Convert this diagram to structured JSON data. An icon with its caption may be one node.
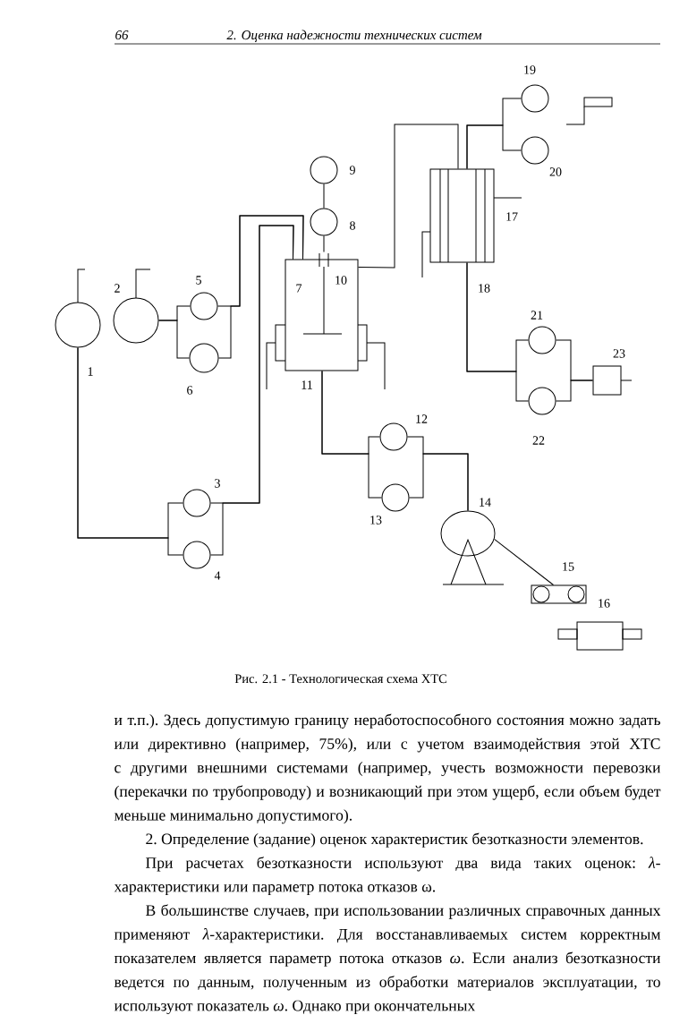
{
  "diagram": {
    "caption": "Рис. 2.1 - Технологическая схема ХТС",
    "nodes": [
      {
        "text": [],
        "shape": "circle",
        "beside": [
          "1"
        ]
      },
      {
        "text": [],
        "shape": "circle",
        "beside": [
          "2"
        ]
      },
      {
        "text": [],
        "shape": "circle",
        "beside": [
          "5"
        ]
      },
      {
        "text": [],
        "shape": "circle",
        "beside": [
          "6"
        ]
      },
      {
        "text": [],
        "shape": "box"
      },
      {
        "text": [
          "7"
        ]
      },
      {
        "text": [],
        "shape": "circle",
        "beside": [
          "8"
        ]
      },
      {
        "text": [],
        "shape": "circle",
        "beside": [
          "9"
        ]
      },
      {
        "text": [],
        "shape": "bar"
      },
      {
        "text": [],
        "shape": "circle",
        "beside": [
          "3"
        ]
      },
      {
        "text": [],
        "shape": "circle",
        "beside": [
          "4"
        ]
      },
      {
        "text": [],
        "shape": "circle",
        "beside": [
          "12"
        ]
      },
      {
        "text": [],
        "shape": "circle",
        "beside": [
          "13"
        ]
      },
      {
        "text": [],
        "shape": "circle",
        "beside": [
          "14"
        ]
      },
      {
        "text": [],
        "shape": "box",
        "beside": [
          "15"
        ]
      },
      {
        "text": [],
        "shape": "box",
        "beside": [
          "16"
        ]
      },
      {
        "text": [],
        "shape": "box",
        "beside": [
          "17"
        ]
      },
      {
        "text": [],
        "shape": "circle",
        "beside": [
          "19"
        ]
      },
      {
        "text": [],
        "shape": "circle",
        "beside": [
          "20"
        ]
      },
      {
        "text": [],
        "shape": "circle",
        "beside": [
          "21"
        ]
      },
      {
        "text": [],
        "shape": "circle",
        "beside": [
          "22"
        ]
      },
      {
        "text": [],
        "shape": "box",
        "beside": [
          "23"
        ]
      }
    ],
    "edges": [
      {
        "from": 0,
        "to": 9,
        "arrow": "none"
      },
      {
        "from": 0,
        "to": 10,
        "arrow": "none"
      },
      {
        "from": 1,
        "to": 2,
        "arrow": "none"
      },
      {
        "from": 1,
        "to": 3,
        "arrow": "none"
      },
      {
        "from": 2,
        "to": 5,
        "arrow": "none"
      },
      {
        "from": 3,
        "to": 5,
        "arrow": "none"
      },
      {
        "from": 9,
        "to": 5,
        "arrow": "none"
      },
      {
        "from": 10,
        "to": 5,
        "arrow": "none"
      },
      {
        "from": 7,
        "to": 6,
        "arrow": "none"
      },
      {
        "from": 6,
        "to": 8,
        "arrow": "none"
      },
      {
        "from": 5,
        "to": 16,
        "arrow": "none"
      },
      {
        "from": 5,
        "to": 11,
        "arrow": "none"
      },
      {
        "from": 5,
        "to": 12,
        "arrow": "none"
      },
      {
        "from": 11,
        "to": 13,
        "arrow": "none"
      },
      {
        "from": 12,
        "to": 13,
        "arrow": "none"
      },
      {
        "from": 13,
        "to": 14,
        "arrow": "none"
      },
      {
        "from": 16,
        "to": 17,
        "arrow": "none"
      },
      {
        "from": 16,
        "to": 18,
        "arrow": "none"
      },
      {
        "from": 16,
        "to": 19,
        "arrow": "none"
      },
      {
        "from": 16,
        "to": 20,
        "arrow": "none"
      },
      {
        "from": 19,
        "to": 21,
        "arrow": "none"
      },
      {
        "from": 20,
        "to": 21,
        "arrow": "none"
      }
    ],
    "labels": [
      "66",
      "2. Оценка надежности технических систем",
      "18",
      "10",
      "11",
      "и т.п.). Здесь допустимую границу неработоспособного состояния можно задать или директивно (например, 75%), или с учетом взаимодействия этой ХТС с другими внешними системами (например, учесть возможности перевозки (перекачки по трубопроводу) и возникающий при этом ущерб, если объем будет меньше минимально допустимого).",
      "2. Определение (задание) оценок характеристик безотказности элементов.",
      "При расчетах безотказности используют два вида таких оценок: *λ*-характеристики или параметр потока отказов ω.",
      "В большинстве случаев, при использовании различных справочных данных применяют *λ*-характеристики. Для восстанавливаемых систем корректным показателем является параметр потока отказов *ω*. Если анализ безотказности ведется по данным, полученным из обработки материалов эксплуатации, то используют показатель *ω*. Однако при окончательных"
    ]
  }
}
